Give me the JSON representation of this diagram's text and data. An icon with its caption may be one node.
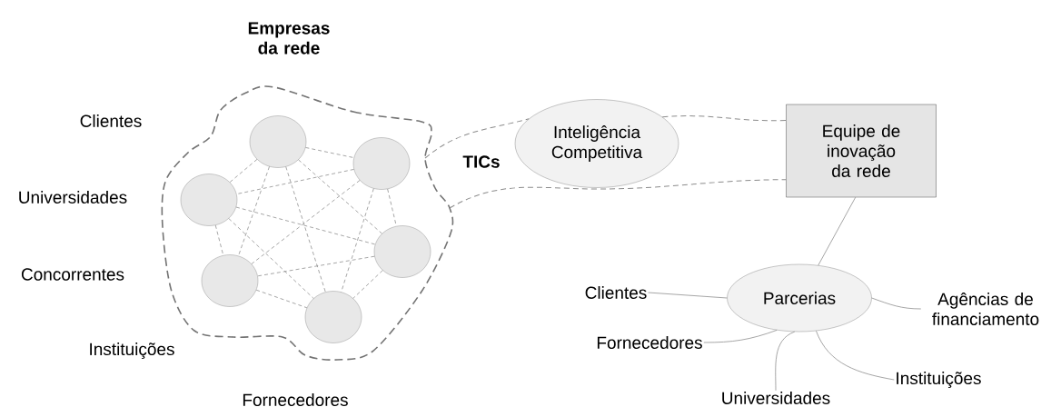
{
  "diagram": {
    "nodes": [
      {
        "text": [
          "Empresas da rede"
        ]
      },
      {
        "text": [],
        "shape": "circle",
        "in": 0
      },
      {
        "text": [],
        "shape": "circle",
        "in": 0
      },
      {
        "text": [],
        "shape": "circle",
        "in": 0
      },
      {
        "text": [],
        "shape": "circle",
        "in": 0
      },
      {
        "text": [],
        "shape": "circle",
        "in": 0
      },
      {
        "text": [],
        "shape": "circle",
        "in": 0
      },
      {
        "text": [
          "Inteligência Competitiva"
        ]
      },
      {
        "text": [
          "Equipe de inovação da rede"
        ]
      },
      {
        "text": [
          "Parcerias"
        ]
      },
      {
        "text": [
          "Clientes"
        ]
      },
      {
        "text": [
          "Agências de financiamento"
        ]
      },
      {
        "text": [
          "Fornecedores"
        ]
      },
      {
        "text": [
          "Instituições"
        ]
      },
      {
        "text": [
          "Universidades"
        ]
      }
    ],
    "edges": [
      {
        "from": 0,
        "to": 7,
        "arrow": "none",
        "style": "dashed"
      },
      {
        "from": 7,
        "to": 8,
        "arrow": "none",
        "style": "dashed"
      },
      {
        "from": 0,
        "to": 8,
        "arrow": "none",
        "style": "dashed"
      },
      {
        "from": 1,
        "to": 2,
        "arrow": "none",
        "style": "dashed"
      },
      {
        "from": 1,
        "to": 3,
        "arrow": "none",
        "style": "dashed"
      },
      {
        "from": 1,
        "to": 4,
        "arrow": "none",
        "style": "dashed"
      },
      {
        "from": 1,
        "to": 5,
        "arrow": "none",
        "style": "dashed"
      },
      {
        "from": 1,
        "to": 6,
        "arrow": "none",
        "style": "dashed"
      },
      {
        "from": 2,
        "to": 3,
        "arrow": "none",
        "style": "dashed"
      },
      {
        "from": 2,
        "to": 4,
        "arrow": "none",
        "style": "dashed"
      },
      {
        "from": 2,
        "to": 5,
        "arrow": "none",
        "style": "dashed"
      },
      {
        "from": 2,
        "to": 6,
        "arrow": "none",
        "style": "dashed"
      },
      {
        "from": 3,
        "to": 4,
        "arrow": "none",
        "style": "dashed"
      },
      {
        "from": 3,
        "to": 5,
        "arrow": "none",
        "style": "dashed"
      },
      {
        "from": 3,
        "to": 6,
        "arrow": "none",
        "style": "dashed"
      },
      {
        "from": 4,
        "to": 5,
        "arrow": "none",
        "style": "dashed"
      },
      {
        "from": 4,
        "to": 6,
        "arrow": "none",
        "style": "dashed"
      },
      {
        "from": 5,
        "to": 6,
        "arrow": "none",
        "style": "dashed"
      },
      {
        "from": 8,
        "to": 9,
        "arrow": "none"
      },
      {
        "from": 9,
        "to": 10,
        "arrow": "none"
      },
      {
        "from": 9,
        "to": 11,
        "arrow": "none"
      },
      {
        "from": 9,
        "to": 12,
        "arrow": "none"
      },
      {
        "from": 9,
        "to": 13,
        "arrow": "none"
      },
      {
        "from": 9,
        "to": 14,
        "arrow": "none"
      }
    ],
    "labels": [
      "Clientes",
      "Universidades",
      "Concorrentes",
      "Instituições",
      "Fornecedores",
      "TICs"
    ]
  }
}
